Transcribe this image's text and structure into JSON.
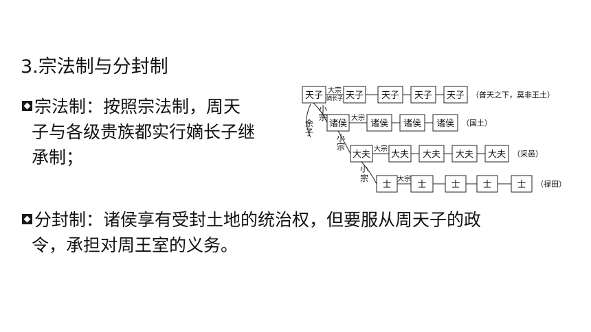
{
  "heading": "3.宗法制与分封制",
  "paragraph1": {
    "icon": "bullet-icon",
    "lines": [
      "宗法制：按照宗法制，周天",
      "子与各级贵族都实行嫡长子继",
      "承制；"
    ]
  },
  "paragraph2": {
    "icon": "bullet-icon",
    "lines": [
      "分封制：诸侯享有受封土地的统治权，但要服从周天子的政",
      "令，承担对周王室的义务。"
    ]
  },
  "diagram": {
    "rows": [
      {
        "nodes": [
          "天子",
          "天子",
          "天子",
          "天子",
          "天子"
        ],
        "link_label": "大宗",
        "sub_label": "嫡长子",
        "note": "（普天之下，莫非王土）"
      },
      {
        "nodes": [
          "诸侯",
          "诸侯",
          "诸侯",
          "诸侯"
        ],
        "link_label": "大宗",
        "note": "（国土）"
      },
      {
        "nodes": [
          "大夫",
          "大夫",
          "大夫",
          "大夫",
          "大夫"
        ],
        "link_label": "大宗",
        "note": "（采邑）"
      },
      {
        "nodes": [
          "士",
          "士",
          "士",
          "士",
          "士"
        ],
        "link_label": "大宗",
        "note": "（禄田）"
      }
    ],
    "branch_labels": [
      "小",
      "宗",
      "余",
      "子",
      "小",
      "宗",
      "小",
      "宗"
    ]
  }
}
